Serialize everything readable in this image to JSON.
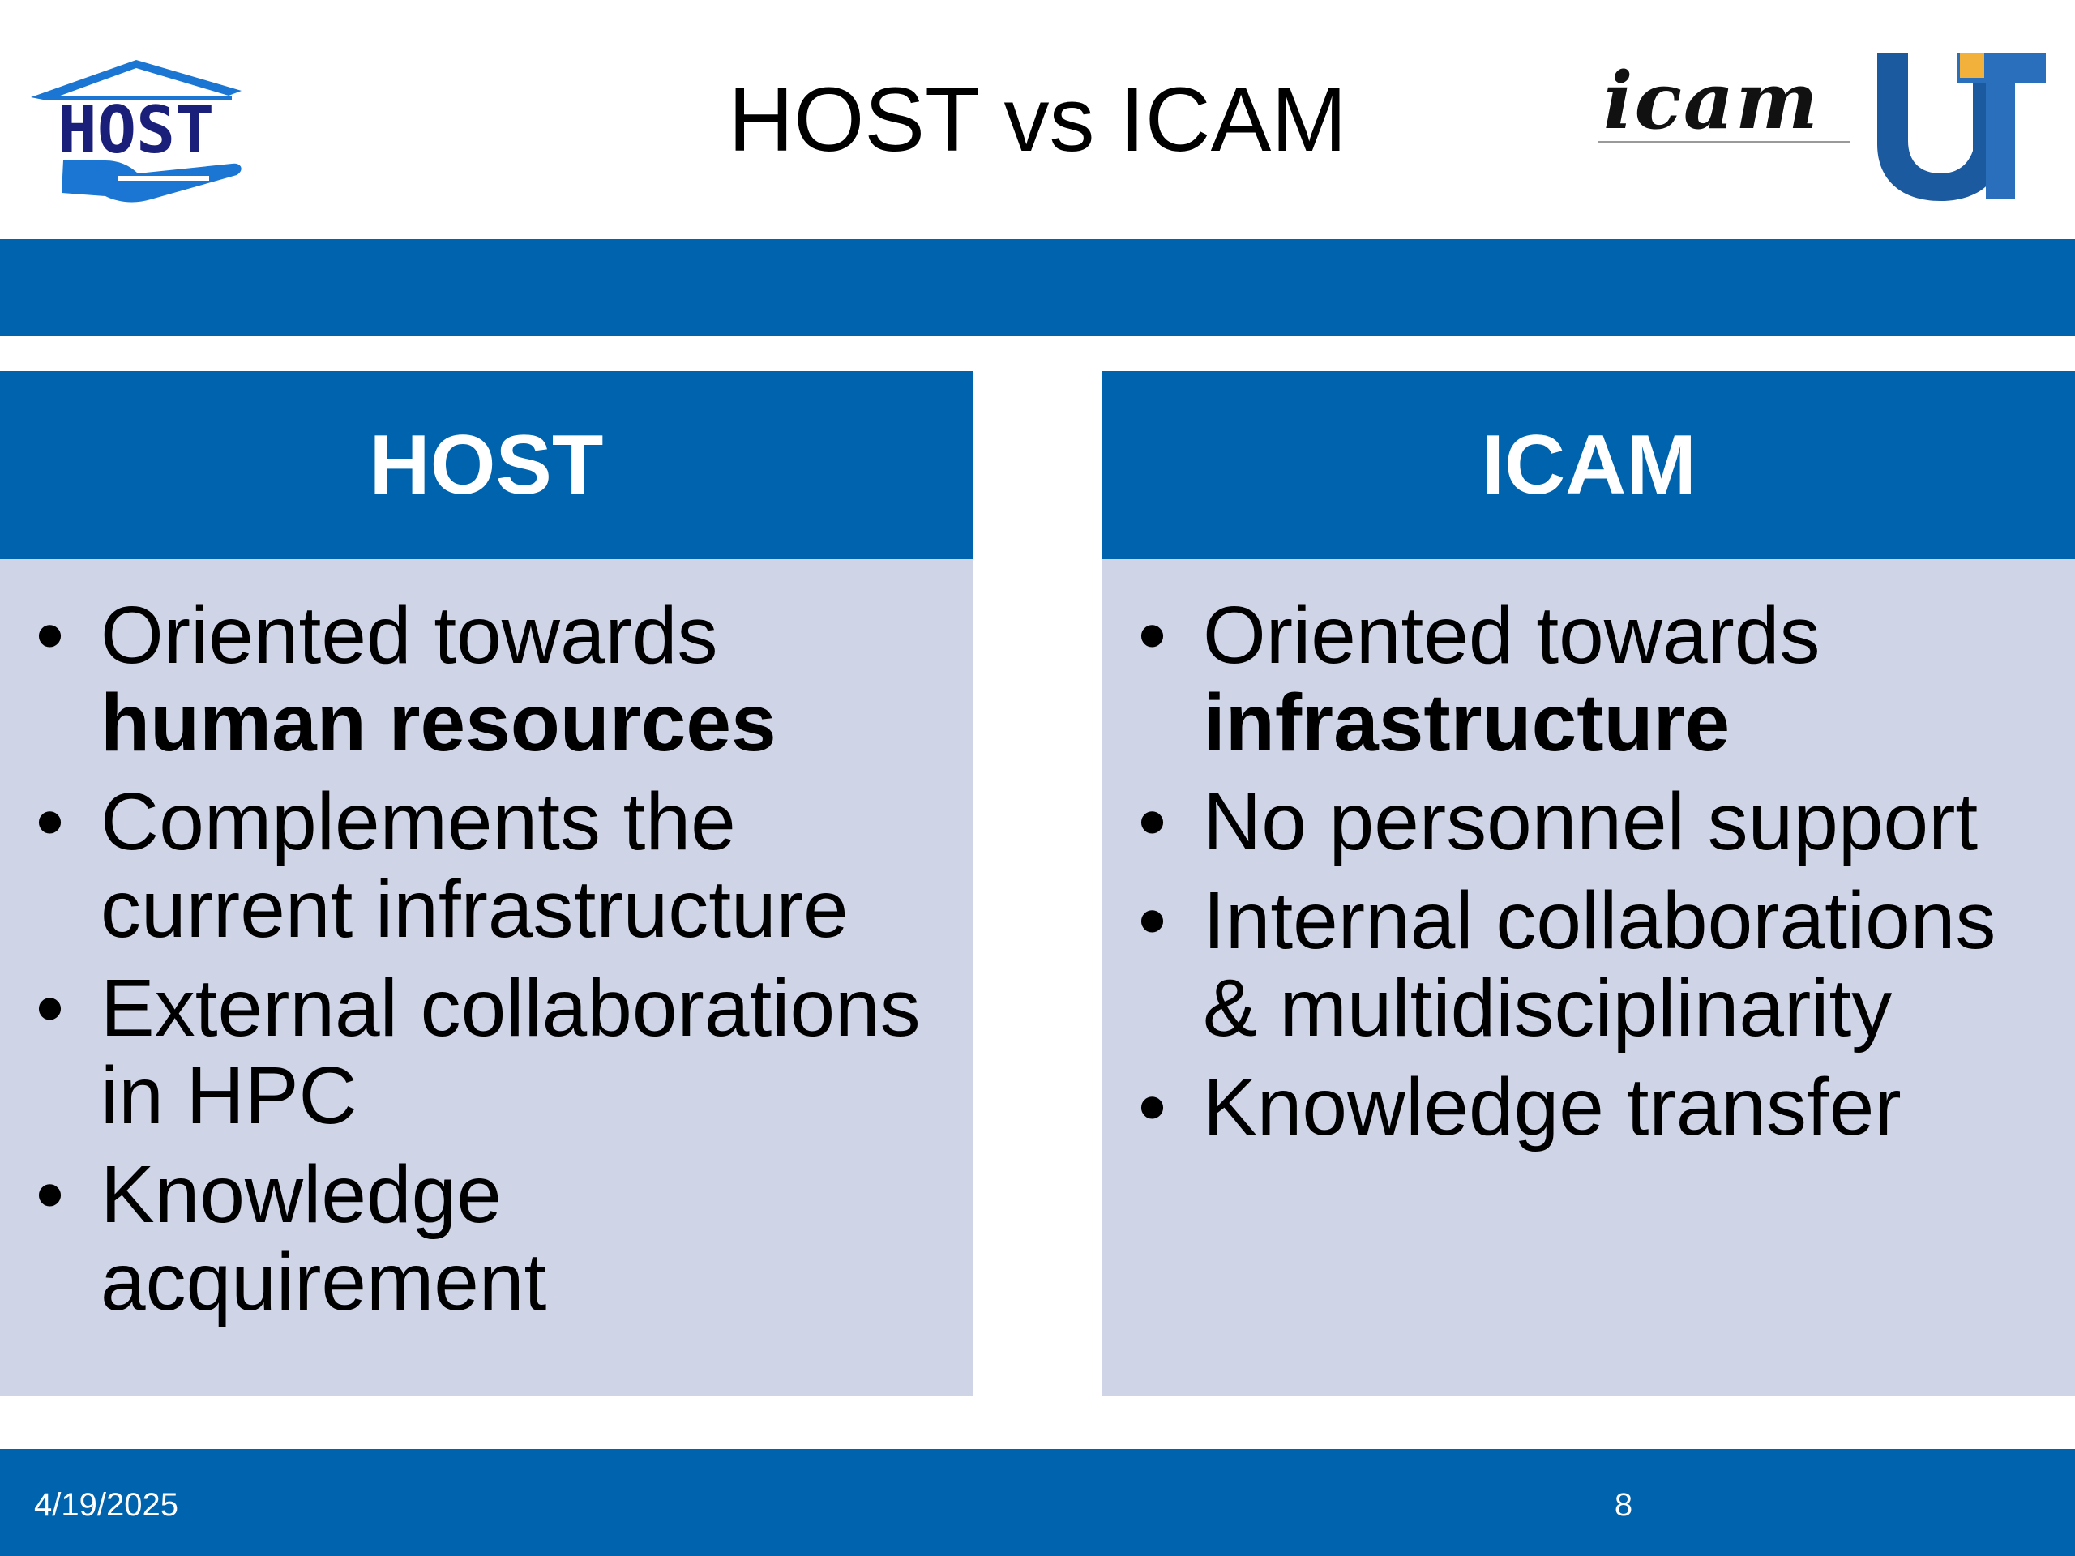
{
  "slide": {
    "title": "HOST vs ICAM",
    "logos": {
      "host_logo_text": "HOST",
      "icam_logo_text": "icam",
      "ut_logo_text": "UT"
    },
    "columns": [
      {
        "heading": "HOST",
        "bullets": [
          {
            "normal": "Oriented towards",
            "bold": "human resources"
          },
          {
            "normal": "Complements the current infrastructure",
            "bold": ""
          },
          {
            "normal": "External collaborations in HPC",
            "bold": ""
          },
          {
            "normal": "Knowledge acquirement",
            "bold": ""
          }
        ]
      },
      {
        "heading": "ICAM",
        "bullets": [
          {
            "normal": "Oriented towards",
            "bold": "infrastructure"
          },
          {
            "normal": "No personnel support",
            "bold": ""
          },
          {
            "normal": "Internal collaborations & multidisciplinarity",
            "bold": ""
          },
          {
            "normal": "Knowledge transfer",
            "bold": ""
          }
        ]
      }
    ],
    "footer": {
      "date": "4/19/2025",
      "page_number": "8"
    },
    "colors": {
      "primary_blue": "#0063ad",
      "panel_fill": "#cfd5e6",
      "host_logo_blue": "#1a76d2",
      "host_logo_navy": "#1a1f7a",
      "ut_dark_blue": "#1c5aa0",
      "ut_gold": "#f2b13a"
    }
  }
}
